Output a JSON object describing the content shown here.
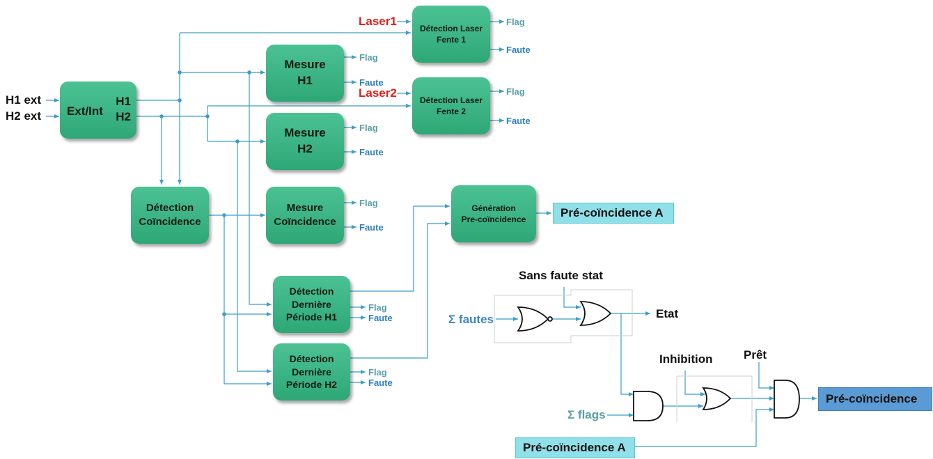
{
  "inputs": {
    "h1_ext": "H1 ext",
    "h2_ext": "H2 ext"
  },
  "blocks": {
    "ext_int": {
      "title": "Ext/Int",
      "h1": "H1",
      "h2": "H2"
    },
    "mesure_h1": {
      "line1": "Mesure",
      "line2": "H1"
    },
    "mesure_h2": {
      "line1": "Mesure",
      "line2": "H2"
    },
    "detection_coincidence": {
      "line1": "Détection",
      "line2": "Coïncidence"
    },
    "mesure_coincidence": {
      "line1": "Mesure",
      "line2": "Coïncidence"
    },
    "detection_laser_1": {
      "line1": "Détection Laser",
      "line2": "Fente 1"
    },
    "detection_laser_2": {
      "line1": "Détection Laser",
      "line2": "Fente 2"
    },
    "generation_precoincidence": {
      "line1": "Génération",
      "line2": "Pre-coïncidence"
    },
    "derniere_periode_h1": {
      "line1": "Détection",
      "line2": "Dernière",
      "line3": "Période H1"
    },
    "derniere_periode_h2": {
      "line1": "Détection",
      "line2": "Dernière",
      "line3": "Période H2"
    }
  },
  "signals": {
    "laser1": "Laser1",
    "laser2": "Laser2",
    "flag": "Flag",
    "faute": "Faute",
    "sans_faute_stat": "Sans faute stat",
    "sigma_fautes": "Σ fautes",
    "etat": "Etat",
    "inhibition": "Inhibition",
    "pret": "Prêt",
    "sigma_flags": "Σ flags"
  },
  "outputs": {
    "pre_coincidence_a_top": "Pré-coïncidence A",
    "pre_coincidence_a_bottom": "Pré-coïncidence A",
    "pre_coincidence": "Pré-coïncidence"
  },
  "colors": {
    "block_green": "#3db887",
    "wire_blue": "#3a9ec8",
    "output_cyan": "#8fe0e8",
    "output_blue": "#5b9bd5",
    "laser_red": "#e21c1c",
    "flag_teal": "#5a9fa8",
    "faute_blue": "#2f7fc0"
  }
}
